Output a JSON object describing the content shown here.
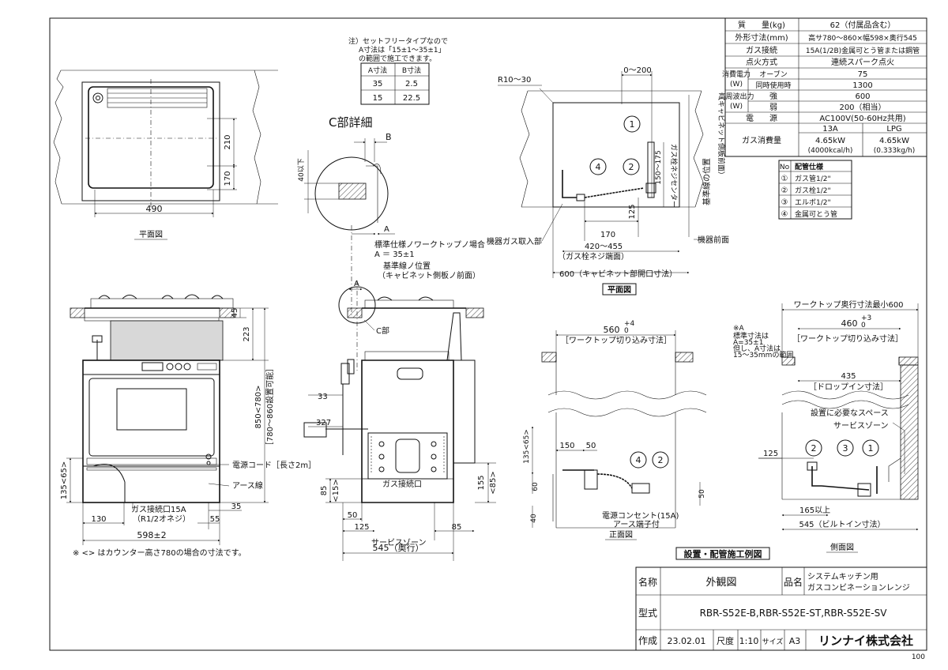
{
  "specs": {
    "rows": [
      {
        "label": "質　　量(kg)",
        "value": "62（付属品含む）"
      },
      {
        "label": "外形寸法(mm)",
        "value": "高サ780～860×幅598×奥行545"
      },
      {
        "label": "ガス接続",
        "value": "15A(1/2B)金属可とう管または鋼管"
      },
      {
        "label": "点火方式",
        "value": "連続スパーク点火"
      }
    ],
    "power_label": "消費電力\n(W)",
    "power": [
      {
        "label": "オーブン",
        "value": "75"
      },
      {
        "label": "同時使用時",
        "value": "1300"
      }
    ],
    "hf_label": "高周波出力\n(W)",
    "hf": [
      {
        "label": "強",
        "value": "600"
      },
      {
        "label": "弱",
        "value": "200（相当）"
      }
    ],
    "voltage": {
      "label": "電　　源",
      "value": "AC100V(50-60Hz共用)"
    },
    "gas": {
      "label": "ガス消費量",
      "col1": "13A",
      "col2": "LPG",
      "v1a": "4.65kW",
      "v1b": "(4000kcal/h)",
      "v2a": "4.65kW",
      "v2b": "(0.333kg/h)"
    }
  },
  "piping": {
    "header_no": "No",
    "header_label": "配管仕様",
    "items": [
      {
        "no": "①",
        "label": "ガス管1/2\""
      },
      {
        "no": "②",
        "label": "ガス栓1/2\""
      },
      {
        "no": "③",
        "label": "エルボ1/2\""
      },
      {
        "no": "④",
        "label": "金属可とう管"
      }
    ]
  },
  "note_table": {
    "note1": "注）セットフリータイプなので",
    "note2": "A寸法は「15±1～35±1」",
    "note3": "の範囲で施工できます。",
    "headers": [
      "A寸法",
      "B寸法"
    ],
    "rows": [
      [
        "35",
        "2.5"
      ],
      [
        "15",
        "22.5"
      ]
    ]
  },
  "views": {
    "plan_small": "平面図",
    "c_detail": "C部詳細",
    "plan": "平面図",
    "front": "正面図",
    "side": "側面図",
    "install": "設置・配管施工例図"
  },
  "labels": {
    "B": "B",
    "A": "A",
    "A2": "A",
    "forty": "40以下",
    "std_worktop": "標準仕様ノワークトップノ場合",
    "a_eq": "A ＝ 35±1",
    "ref_line": "基準線ノ位置",
    "ref_line2": "（キャビネット側板ノ前面）",
    "c_part": "C部",
    "gas_conn": "ガス接続口",
    "service": "サービスゾーン",
    "depth545": "545（奥行）",
    "power_cord": "電源コード［長さ2m］",
    "earth": "アース線",
    "gas_inlet": "ガス接続口15A",
    "gas_inlet2": "（R1/2オネジ）",
    "note_counter": "※ <> はカウンター高さ780の場合の寸法です。",
    "r10": "R10～30",
    "d0200": "0～200",
    "gas_center": "ガス栓ネジセンター",
    "d150175": "150～175",
    "ref_pos": "基準線の位置",
    "ref_pos2": "（キャビネット側板前面）",
    "machine_gas": "機器ガス取入部",
    "machine_front": "機器前面",
    "d420": "420～455",
    "gas_thread": "（ガス栓ネジ端面）",
    "d600": "600（キャビネット部開口寸法）",
    "d560": "560",
    "worktop_cut": "［ワークトップ切り込み寸法］",
    "outlet": "電源コンセント(15A)",
    "earth_term": "アース端子付",
    "worktop_min": "ワークトップ奥行寸法最小600",
    "d460": "460",
    "worktop_cut2": "［ワークトップ切り込み寸法］",
    "star_a": "※A",
    "star_note": "標準寸法は\nA=35±1\n但し、A寸法は\n15～35mmの範囲",
    "d435": "435",
    "dropin": "［ドロップイン寸法］",
    "need_space": "設置に必要なスペース",
    "service2": "サービスゾーン",
    "d165": "165以上",
    "d545b": "545（ビルトイン寸法）",
    "pos": "＋0",
    "pos0": "0",
    "sup4": "+4",
    "sup3": "+3",
    "d490": "490",
    "d210": "210",
    "d170": "170",
    "d45": "45",
    "d223": "223",
    "d850": "850<780>",
    "d780": "［780～860設置可能］",
    "d135": "135<65>",
    "d130": "130",
    "d55": "55",
    "d35": "35",
    "d598": "598±2",
    "d33": "33",
    "d327": "327",
    "d85": "85",
    "d15": "<15>",
    "d155": "155",
    "d85b": "<85>",
    "d50": "50",
    "d125": "125",
    "d85c": "85",
    "d125p": "125",
    "d170p": "170",
    "d150f": "150",
    "d50f": "50",
    "d135f": "135<65>",
    "d60f": "60",
    "d40f": "40",
    "d50f2": "50",
    "d125s": "125",
    "c1": "1",
    "c2": "2",
    "c3": "3",
    "c4": "4"
  },
  "title_block": {
    "name_label": "名称",
    "name_value": "外観図",
    "product_label": "品名",
    "product_value1": "システムキッチン用",
    "product_value2": "ガスコンビネーションレンジ",
    "model_label": "型式",
    "model_value": "RBR-S52E-B,RBR-S52E-ST,RBR-S52E-SV",
    "made_label": "作成",
    "made_value": "23.02.01",
    "scale_label": "尺度",
    "scale_value": "1:10",
    "size_label": "サイズ",
    "size_value": "A3",
    "company": "リンナイ株式会社",
    "page_num": "100"
  }
}
